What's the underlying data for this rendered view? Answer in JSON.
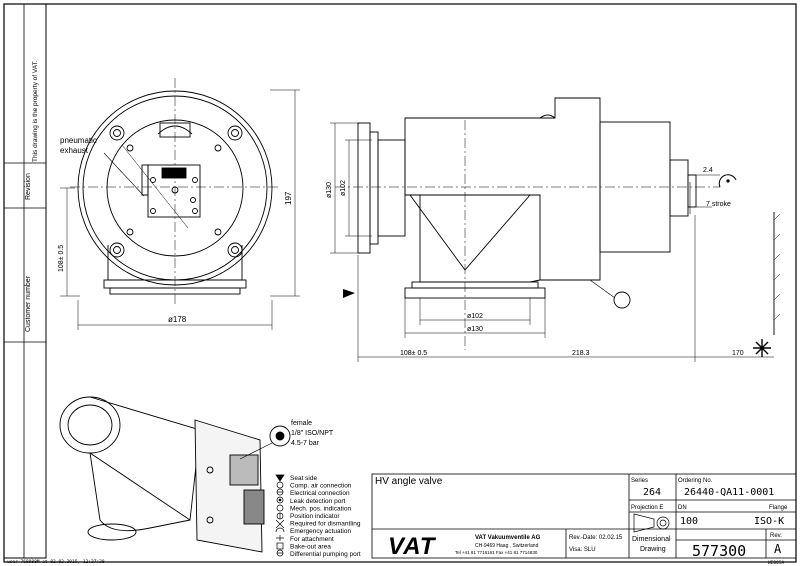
{
  "sidebar": {
    "property_note": "This drawing is the property of VAT.",
    "revision_label": "Revision",
    "customer_number_label": "Customer number"
  },
  "front_view": {
    "callout_pneumatic": "pneumatic",
    "callout_exhaust": "exhaust",
    "dim_width": "ø178",
    "dim_height": "197",
    "dim_center_height": "108± 0.5"
  },
  "side_view": {
    "dim_d130_vertical": "ø130",
    "dim_d102_vertical": "ø102",
    "dim_d102_horizontal": "ø102",
    "dim_d130_horizontal": "ø130",
    "dim_108": "108± 0.5",
    "dim_218": "218.3",
    "dim_170": "170",
    "dim_2_4": "2.4",
    "dim_stroke": "7 stroke"
  },
  "iso_view": {
    "port_female": "female",
    "port_thread": "1/8\" ISO/NPT",
    "port_pressure": "4.5-7 bar"
  },
  "legend": [
    "Seat side",
    "Comp. air connection",
    "Electrical connection",
    "Leak detection port",
    "Mech. pos. indication",
    "Position indicator",
    "Required for dismantling",
    "Emergency actuation",
    "For attachment",
    "Bake-out area",
    "Differential pumping port"
  ],
  "title_block": {
    "title": "HV angle valve",
    "series_label": "Series",
    "series_value": "264",
    "ordering_label": "Ordering No.",
    "ordering_value": "26440-QA11-0001",
    "projection_label": "Projection E",
    "dn_label": "DN",
    "dn_value": "100",
    "flange_label": "Flange",
    "flange_value": "ISO-K",
    "company_name": "VAT Vakuumventile AG",
    "company_address": "CH-9469 Haag , Switzerland",
    "company_phone": "Tel +41 81 7716161 Fax +41 81 7714830",
    "rev_date": "Rev.-Date: 02.02.15",
    "visa": "Visa: SLU",
    "drawing_type_1": "Dimensional",
    "drawing_type_2": "Drawing",
    "drawing_number": "577300",
    "rev_label": "Rev.",
    "rev_value": "A",
    "logo_text": "VAT"
  },
  "footer": {
    "user_stamp": "user 768888M at 02.02.2015, 12:27:28",
    "page_ref": "WE005A"
  }
}
